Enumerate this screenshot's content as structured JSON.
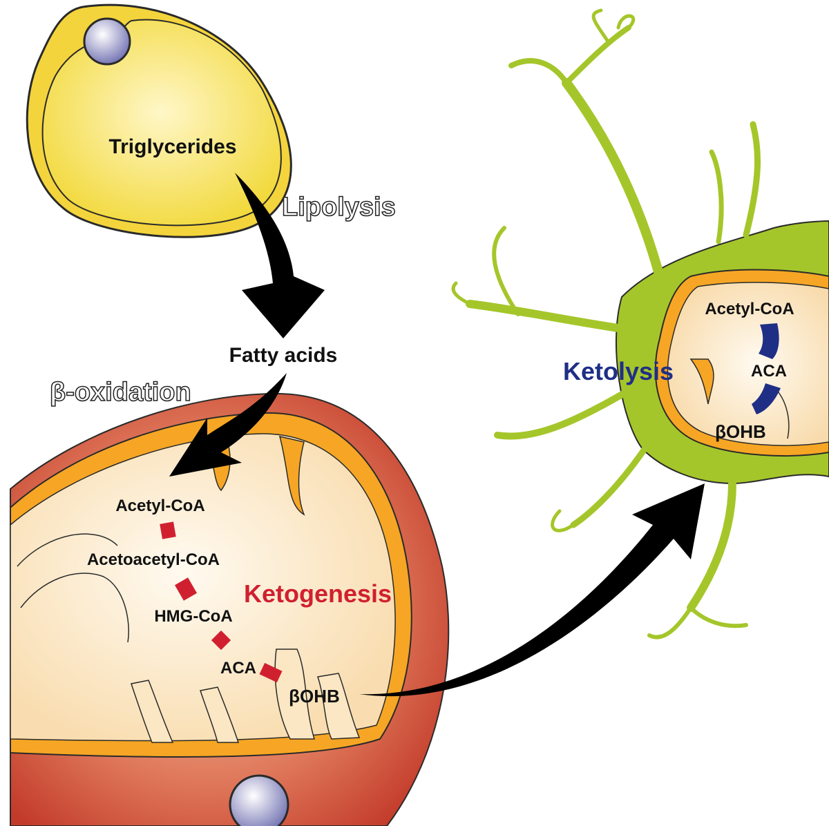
{
  "labels": {
    "triglycerides": "Triglycerides",
    "lipolysis": "Lipolysis",
    "fatty_acids": "Fatty acids",
    "beta_oxidation": "β-oxidation",
    "acetyl_coa_liver": "Acetyl-CoA",
    "acetoacetyl_coa": "Acetoacetyl-CoA",
    "ketogenesis": "Ketogenesis",
    "hmg_coa": "HMG-CoA",
    "aca_liver": "ACA",
    "bohb_liver": "βOHB",
    "ketolysis": "Ketolysis",
    "acetyl_coa_neuron": "Acetyl-CoA",
    "aca_neuron": "ACA",
    "bohb_neuron": "βOHB"
  },
  "colors": {
    "adipocyte_fill": "#f6e04a",
    "mito_outer": "#c63b2b",
    "mito_inner_orange": "#f5a623",
    "mito_matrix": "#fbe7c3",
    "neuron_green": "#a5c62a",
    "ketogenesis_red": "#d0202f",
    "ketolysis_blue": "#1f2f86",
    "nucleus": "#8e8ec8",
    "arrow": "#000000"
  }
}
